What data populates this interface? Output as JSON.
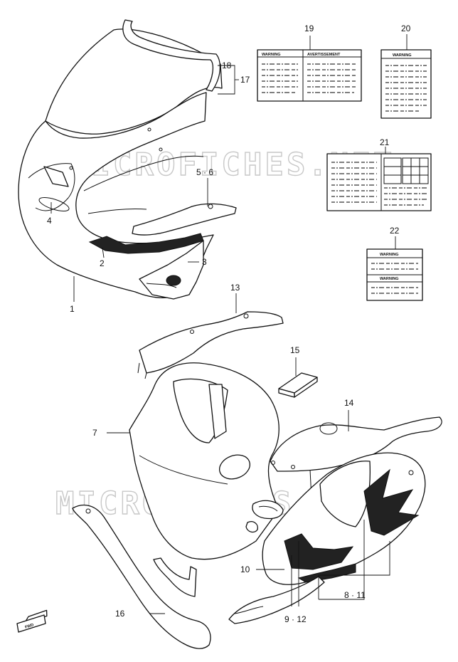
{
  "watermark": "MICROFICHES.NET",
  "fwd_label": "FWD",
  "callouts": {
    "c1": "1",
    "c2": "2",
    "c3": "3",
    "c4": "4",
    "c5_6": "5 · 6",
    "c7": "7",
    "c8_11": "8 · 11",
    "c9_12": "9 · 12",
    "c10": "10",
    "c13": "13",
    "c14": "14",
    "c15": "15",
    "c16": "16",
    "c17": "17",
    "c18": "18",
    "c19": "19",
    "c20": "20",
    "c21": "21",
    "c22": "22"
  },
  "labels": {
    "label19_left": "WARNING",
    "label19_right": "AVERTISSEMENT",
    "label20": "WARNING",
    "label22_top": "WARNING",
    "label22_bottom": "WARNING"
  }
}
